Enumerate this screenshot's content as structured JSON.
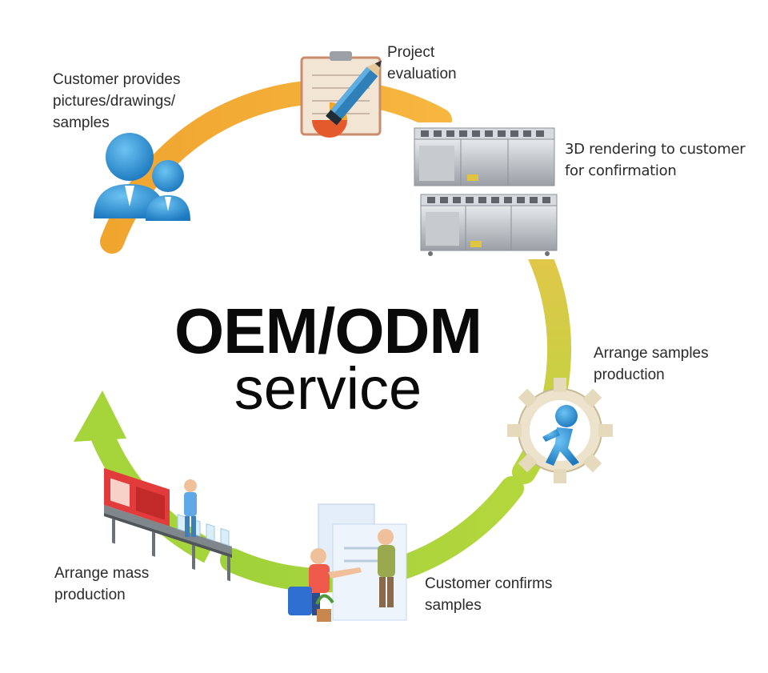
{
  "diagram": {
    "title_line1": "OEM/ODM",
    "title_line2": "service",
    "steps": [
      {
        "label": "Customer provides\npictures/drawings/\nsamples",
        "icon": "people-icon"
      },
      {
        "label": "Project\nevaluation",
        "icon": "clipboard-pencil-icon"
      },
      {
        "label": "3D rendering to customer\nfor confirmation",
        "icon": "cabinet-render-icon"
      },
      {
        "label": "Arrange samples\nproduction",
        "icon": "gear-runner-icon"
      },
      {
        "label": "Customer confirms\nsamples",
        "icon": "handshake-icon"
      },
      {
        "label": "Arrange mass\nproduction",
        "icon": "conveyor-icon"
      }
    ],
    "colors": {
      "ring_orange": "#f3a934",
      "ring_yellow": "#e9d24a",
      "ring_green": "#a9d53c",
      "icon_blue": "#2f95d6",
      "steel": "#b9bec4"
    }
  }
}
